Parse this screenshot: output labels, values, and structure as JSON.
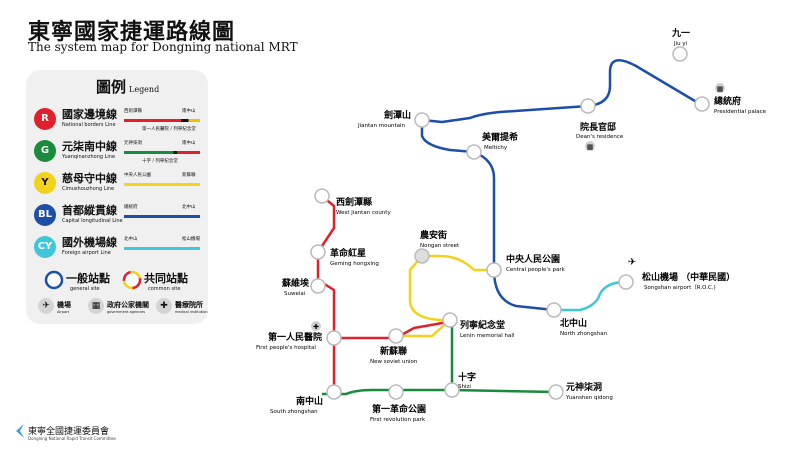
{
  "header": {
    "title": "東寧國家捷運路線圖",
    "subtitle": "The system map for Dongning national MRT"
  },
  "legend": {
    "title": "圖例",
    "title_en": "Legend",
    "lines": [
      {
        "code": "R",
        "name": "國家邊境線",
        "name_en": "National borders Line",
        "color": "#e0212d",
        "bar": [
          "#e0212d",
          "#111111",
          "#f2c200"
        ],
        "from": "西劍潭縣",
        "to": "南中山",
        "extra": "第一人民醫院 / 列寧紀念堂"
      },
      {
        "code": "G",
        "name": "元柒南中線",
        "name_en": "Yuanqinanzhong Line",
        "color": "#1a8a3c",
        "bar": [
          "#1a8a3c",
          "#e0212d"
        ],
        "from": "元神柒洞",
        "to": "南中山",
        "extra": "十字 / 列寧紀念堂"
      },
      {
        "code": "Y",
        "name": "慈母守中線",
        "name_en": "Cimushouzhong Line",
        "color": "#f2d21a",
        "bar": [
          "#f2d21a"
        ],
        "from": "中央人民公園",
        "to": "新蘇聯",
        "extra": ""
      },
      {
        "code": "BL",
        "name": "首都縱貫線",
        "name_en": "Capital longitudinal Line",
        "color": "#1d4ea8",
        "bar": [
          "#1d4ea8"
        ],
        "from": "總統府",
        "to": "北中山",
        "extra": ""
      },
      {
        "code": "CY",
        "name": "國外機場線",
        "name_en": "Foreign airport Line",
        "color": "#3fc7d9",
        "bar": [
          "#3fc7d9"
        ],
        "from": "北中山",
        "to": "松山機場",
        "extra": ""
      }
    ],
    "general_site": "一般站點",
    "general_site_en": "general site",
    "common_site": "共同站點",
    "common_site_en": "common site",
    "icons": [
      {
        "icon": "airplane-icon",
        "glyph": "✈",
        "label": "機場",
        "label_en": "Airport"
      },
      {
        "icon": "government-icon",
        "glyph": "▦",
        "label": "政府公家機關",
        "label_en": "government agencies"
      },
      {
        "icon": "hospital-icon",
        "glyph": "✚",
        "label": "醫療院所",
        "label_en": "medical institution"
      }
    ]
  },
  "colors": {
    "red": "#e0212d",
    "green": "#1a8a3c",
    "yellow": "#f2d21a",
    "blue": "#1d4ea8",
    "cyan": "#3fc7d9"
  },
  "stations": {
    "jiu_yi": {
      "zh": "九一",
      "en": "Jiu yi"
    },
    "presidential_palace": {
      "zh": "總統府",
      "en": "Presidential palace"
    },
    "jiantan_mountain": {
      "zh": "劍潭山",
      "en": "Jiantan mountain"
    },
    "deans_residence": {
      "zh": "院長官邸",
      "en": "Dean's residence"
    },
    "meltichy": {
      "zh": "美爾提希",
      "en": "Meltichy"
    },
    "west_jiantan": {
      "zh": "西劍潭縣",
      "en": "West jiantan county"
    },
    "geming_hongxing": {
      "zh": "革命紅星",
      "en": "Geming hongxing"
    },
    "nongan_street": {
      "zh": "農安街",
      "en": "Nongan street"
    },
    "central_park": {
      "zh": "中央人民公園",
      "en": "Central people's park"
    },
    "suweiai": {
      "zh": "蘇維埃",
      "en": "Suweiai"
    },
    "songshan_airport": {
      "zh": "松山機場 （中華民國）",
      "en": "Songshan airport（R.O.C.)"
    },
    "first_hospital": {
      "zh": "第一人民醫院",
      "en": "First people's hospital"
    },
    "lenin_hall": {
      "zh": "列寧紀念堂",
      "en": "Lenin memorial hall"
    },
    "north_zhongshan": {
      "zh": "北中山",
      "en": "North zhongshan"
    },
    "new_soviet": {
      "zh": "新蘇聯",
      "en": "New soviet union"
    },
    "shizi": {
      "zh": "十字",
      "en": "Shizi"
    },
    "yuanshen_qidong": {
      "zh": "元神柒洞",
      "en": "Yuanshen qidong"
    },
    "south_zhongshan": {
      "zh": "南中山",
      "en": "South zhongshan"
    },
    "first_revolution_park": {
      "zh": "第一革命公園",
      "en": "First revolution park"
    }
  },
  "footer": {
    "org": "東寧全國捷運委員會",
    "org_en": "Dongning National Rapid Transit Committee"
  }
}
